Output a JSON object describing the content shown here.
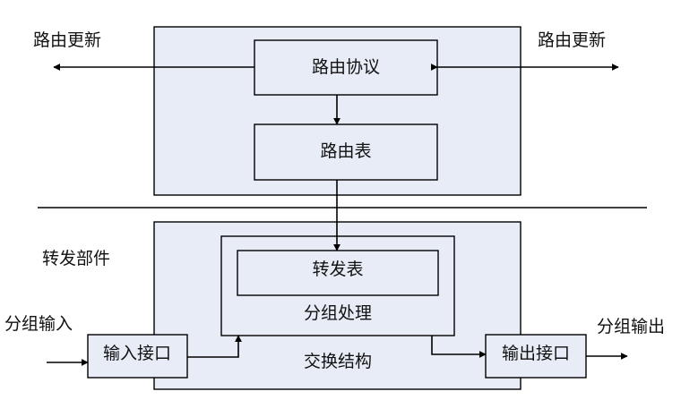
{
  "colors": {
    "panel_fill": "#e7ecf6",
    "box_fill": "#e7ecf6",
    "inner_box_fill": "#ffffff",
    "stroke": "#000000"
  },
  "labels": {
    "route_update_left": "路由更新",
    "route_update_right": "路由更新",
    "routing_protocol": "路由协议",
    "routing_table": "路由表",
    "forwarding_component": "转发部件",
    "forwarding_table": "转发表",
    "packet_processing": "分组处理",
    "switch_fabric": "交换结构",
    "packet_input": "分组输入",
    "input_interface": "输入接口",
    "output_interface": "输出接口",
    "packet_output": "分组输出"
  }
}
